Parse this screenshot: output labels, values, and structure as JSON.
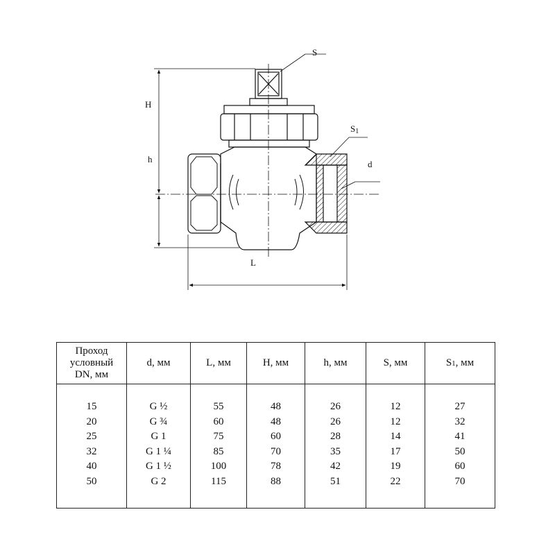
{
  "drawing": {
    "labels": {
      "S": "S",
      "S1": "S",
      "S1_sub": "1",
      "d": "d",
      "H": "H",
      "h": "h",
      "L": "L"
    }
  },
  "table": {
    "headers": [
      {
        "lines": [
          "Проход",
          "условный",
          "DN, мм"
        ]
      },
      {
        "lines": [
          "d, мм"
        ]
      },
      {
        "lines": [
          "L, мм"
        ]
      },
      {
        "lines": [
          "H, мм"
        ]
      },
      {
        "lines": [
          "h, мм"
        ]
      },
      {
        "lines": [
          "S, мм"
        ]
      },
      {
        "main": "S",
        "sub": "1",
        "suffix": ", мм"
      }
    ],
    "columns": [
      [
        "15",
        "20",
        "25",
        "32",
        "40",
        "50"
      ],
      [
        "G ½",
        "G ¾",
        "G 1",
        "G 1 ¼",
        "G 1 ½",
        "G 2"
      ],
      [
        "55",
        "60",
        "75",
        "85",
        "100",
        "115"
      ],
      [
        "48",
        "48",
        "60",
        "70",
        "78",
        "88"
      ],
      [
        "26",
        "26",
        "28",
        "35",
        "42",
        "51"
      ],
      [
        "12",
        "12",
        "14",
        "17",
        "19",
        "22"
      ],
      [
        "27",
        "32",
        "41",
        "50",
        "60",
        "70"
      ]
    ]
  }
}
